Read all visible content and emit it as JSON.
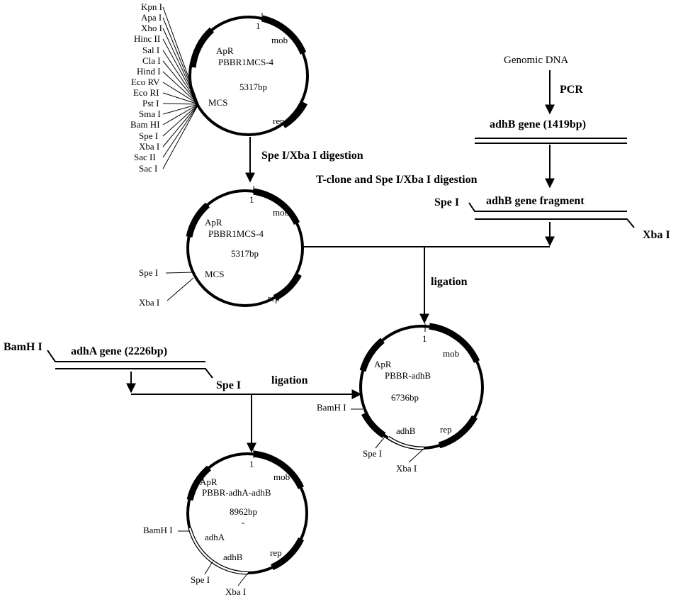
{
  "mcs_sites": [
    "Kpn I",
    "Apa I",
    "Xho I",
    "Hinc II",
    "Sal I",
    "Cla I",
    "Hind I",
    "Eco RV",
    "Eco RI",
    "Pst I",
    "Sma I",
    "Bam HI",
    "Spe I",
    "Xba I",
    "Sac II",
    "Sac I"
  ],
  "plasmid1": {
    "origin": "1",
    "mob": "mob",
    "apr": "ApR",
    "name": "PBBR1MCS-4",
    "size": "5317bp",
    "mcs": "MCS",
    "rep": "rep"
  },
  "plasmid2": {
    "origin": "1",
    "mob": "mob",
    "apr": "ApR",
    "name": "PBBR1MCS-4",
    "size": "5317bp",
    "mcs": "MCS",
    "rep": "rep",
    "site_a": "Spe I",
    "site_b": "Xba I"
  },
  "plasmid3": {
    "origin": "1",
    "mob": "mob",
    "apr": "ApR",
    "name": "PBBR-adhB",
    "size": "6736bp",
    "bam": "BamH I",
    "gene": "adhB",
    "rep": "rep",
    "site_a": "Spe I",
    "site_b": "Xba I"
  },
  "plasmid4": {
    "origin": "1",
    "mob": "mob",
    "apr": "ApR",
    "name": "PBBR-adhA-adhB",
    "size": "8962bp",
    "dash": "-",
    "bam": "BamH I",
    "gene_a": "adhA",
    "gene_b": "adhB",
    "rep": "rep",
    "site_a": "Spe I",
    "site_b": "Xba I"
  },
  "flow": {
    "genomic": "Genomic DNA",
    "pcr": "PCR",
    "adhb_gene": "adhB gene (1419bp)",
    "digest1": "Spe I/Xba I digestion",
    "tclone": "T-clone and Spe I/Xba I digestion",
    "frag_spe": "Spe I",
    "frag_label": "adhB gene fragment",
    "frag_xba": "Xba I",
    "ligation1": "ligation",
    "bamhi": "BamH I",
    "adha_gene": "adhA gene (2226bp)",
    "adha_spe": "Spe I",
    "ligation2": "ligation"
  }
}
